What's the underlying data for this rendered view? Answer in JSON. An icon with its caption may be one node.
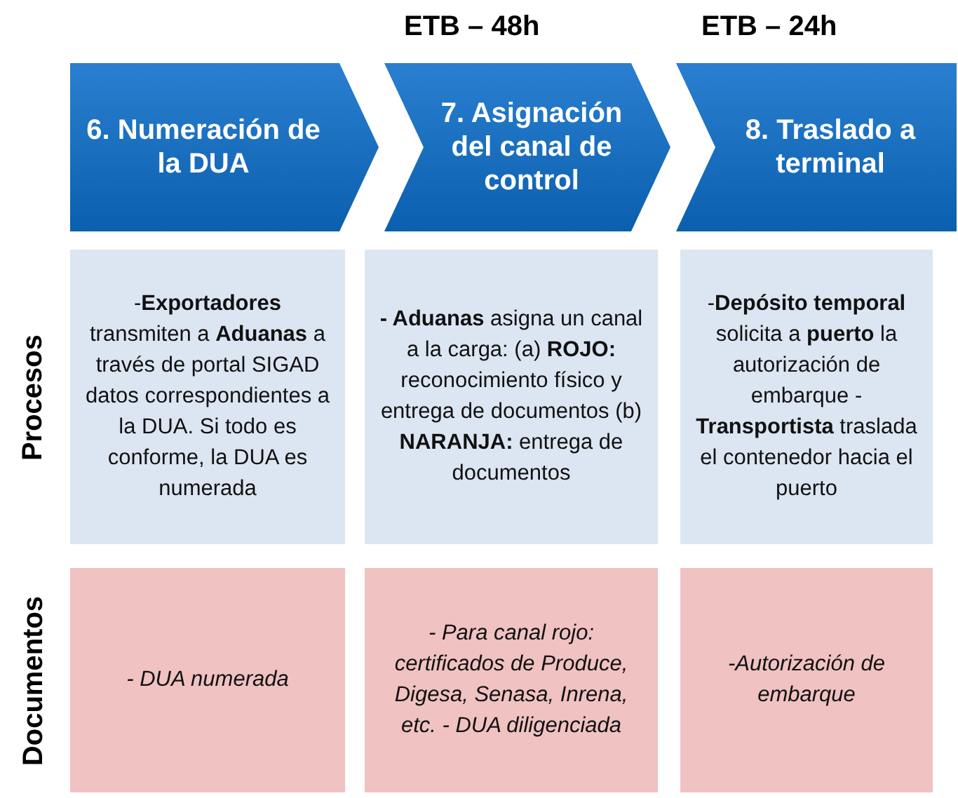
{
  "diagram": {
    "nodes": [
      {
        "text": [
          "6. Numeración de la DUA"
        ]
      },
      {
        "text": [
          "7. Asignación del canal de control"
        ]
      },
      {
        "text": [
          "8. Traslado a terminal"
        ]
      },
      {
        "text": [
          "-**Exportadores** transmiten a **Aduanas** a través de portal SIGAD datos correspondientes a la DUA. Si todo es conforme, la DUA es numerada"
        ]
      },
      {
        "text": [
          "**- Aduanas** asigna un canal a la carga: (a) **ROJO:** reconocimiento físico y entrega de documentos (b) **NARANJA:** entrega de documentos"
        ]
      },
      {
        "text": [
          "-**Depósito temporal** solicita a **puerto** la autorización de embarque - **Transportista** traslada el contenedor hacia el puerto"
        ]
      },
      {
        "text": [
          "- DUA numerada"
        ]
      },
      {
        "text": [
          "- Para canal rojo: certificados de Produce, Digesa, Senasa, Inrena, etc. - DUA diligenciada"
        ]
      },
      {
        "text": [
          "-Autorización de embarque"
        ]
      }
    ],
    "edges": [],
    "labels": [
      "ETB – 48h",
      "ETB – 24h",
      "Procesos",
      "Documentos"
    ]
  }
}
